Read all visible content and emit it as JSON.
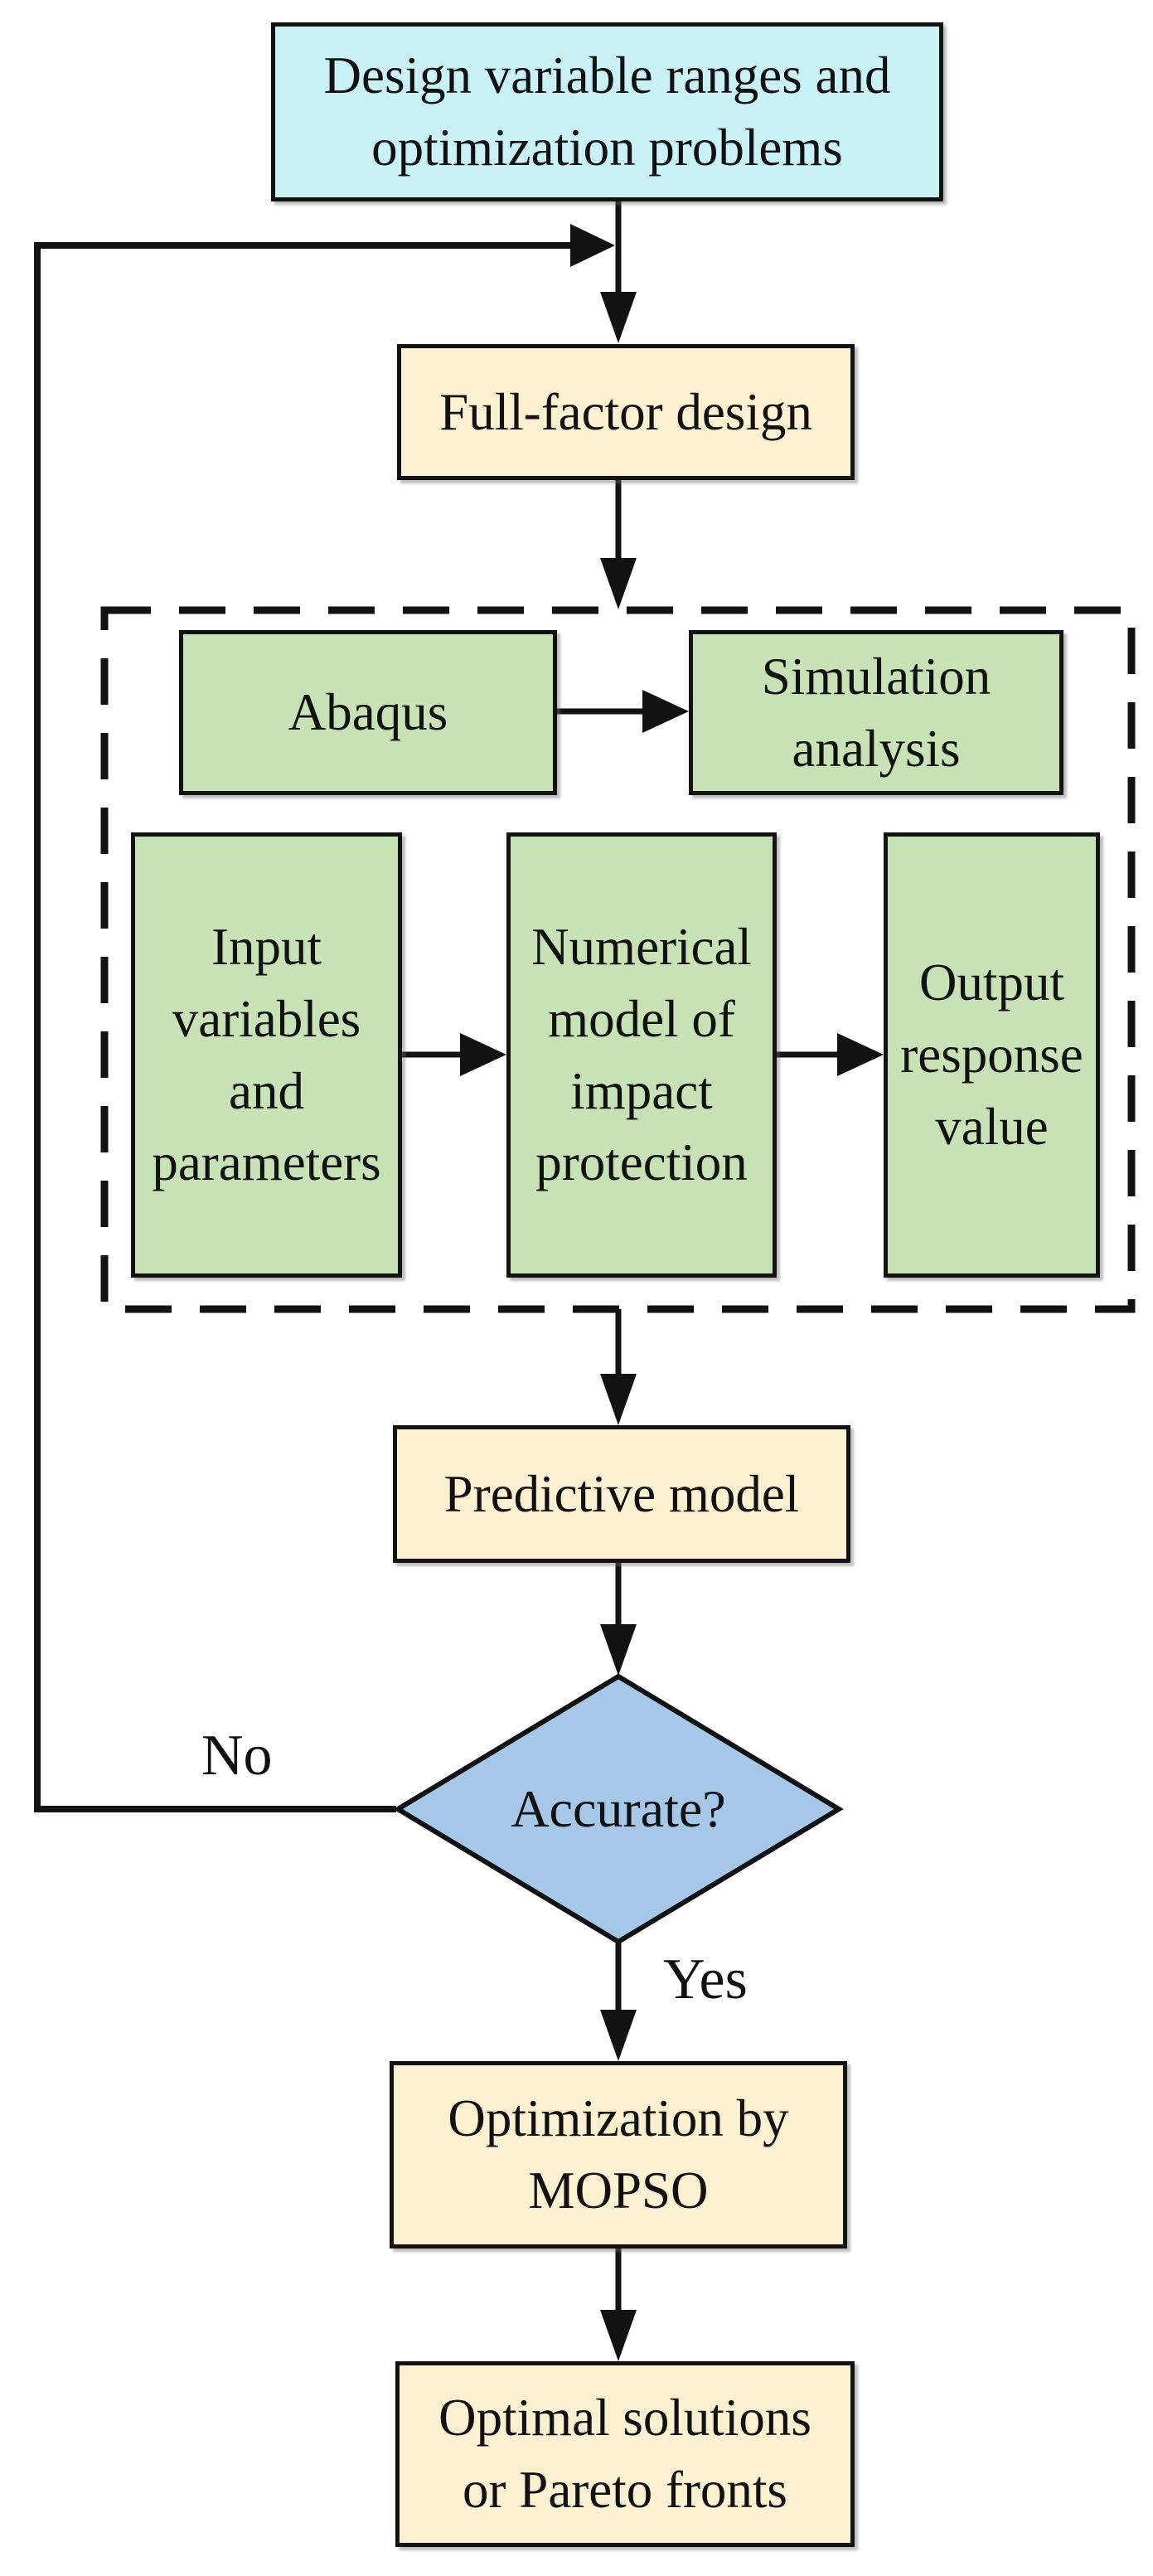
{
  "colors": {
    "start_fill": "#c9f2f7",
    "process_fill": "#fbf0d0",
    "module_fill": "#c7e2b5",
    "decision_fill": "#a5c8e9",
    "line_color": "#121212",
    "text_color": "#111111",
    "background": "#ffffff"
  },
  "nodes": {
    "design_variables": {
      "label": "Design variable ranges and\noptimization problems"
    },
    "full_factor_design": {
      "label": "Full-factor design"
    },
    "abaqus": {
      "label": "Abaqus"
    },
    "simulation_analysis": {
      "label": "Simulation\nanalysis"
    },
    "input_variables": {
      "label": "Input\nvariables\nand\nparameters"
    },
    "numerical_model": {
      "label": "Numerical\nmodel of\nimpact\nprotection"
    },
    "output_response": {
      "label": "Output\nresponse\nvalue"
    },
    "predictive_model": {
      "label": "Predictive model"
    },
    "accurate_decision": {
      "label": "Accurate?"
    },
    "mopso": {
      "label": "Optimization by\nMOPSO"
    },
    "optimal_solutions": {
      "label": "Optimal solutions\nor Pareto fronts"
    }
  },
  "edges": {
    "no_label": "No",
    "yes_label": "Yes"
  }
}
